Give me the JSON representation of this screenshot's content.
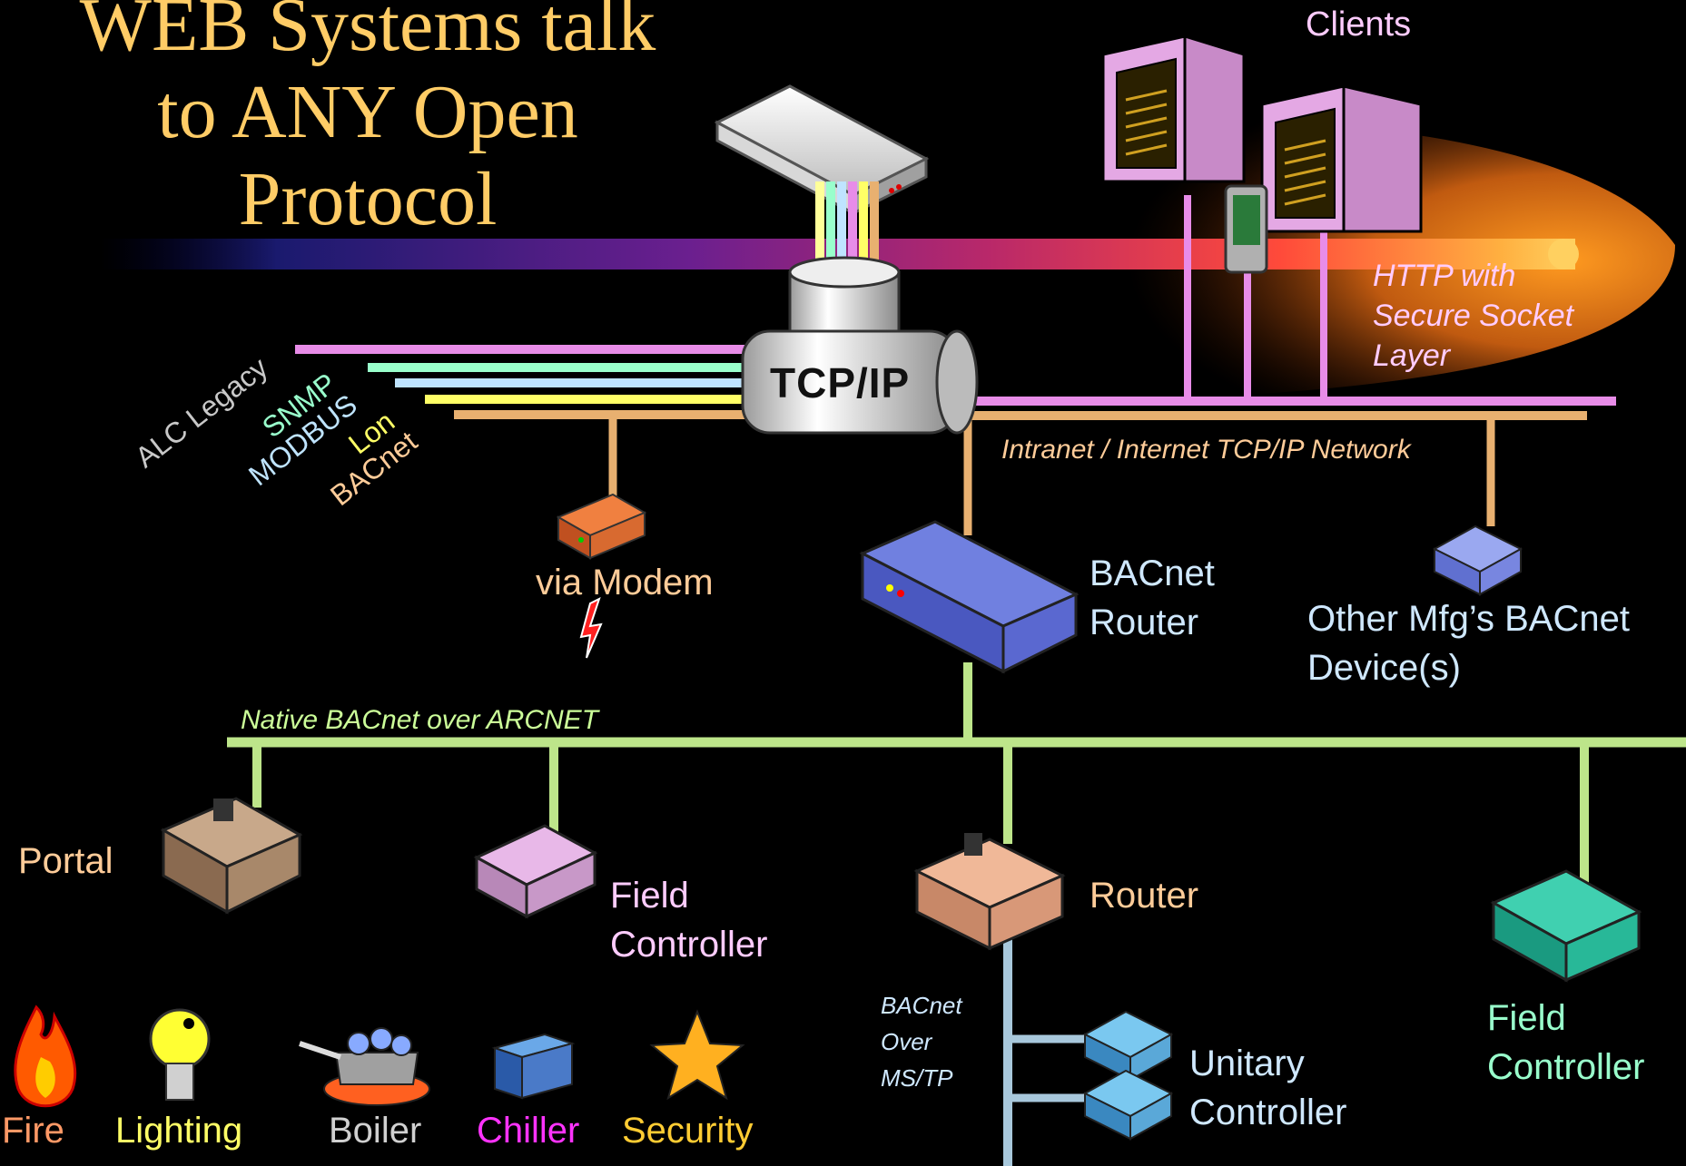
{
  "title": {
    "line1": "WEB Systems talk",
    "line2": "to ANY Open",
    "line3": "Protocol"
  },
  "labels": {
    "clients": "Clients",
    "http_ssl": [
      "HTTP with",
      "Secure Socket",
      "Layer"
    ],
    "tcpip": "TCP/IP",
    "intranet": "Intranet / Internet TCP/IP Network",
    "protocols": [
      "ALC Legacy",
      "SNMP",
      "MODBUS",
      "Lon",
      "BACnet"
    ],
    "via_modem": "via Modem",
    "bacnet_router": [
      "BACnet",
      "Router"
    ],
    "other_mfg": [
      "Other Mfg’s BACnet",
      "Device(s)"
    ],
    "native_arcnet": "Native BACnet over ARCNET",
    "portal": "Portal",
    "field_controller_1": [
      "Field",
      "Controller"
    ],
    "router": "Router",
    "field_controller_2": [
      "Field",
      "Controller"
    ],
    "mstp": [
      "BACnet",
      "Over",
      "MS/TP"
    ],
    "unitary_controller": [
      "Unitary",
      "Controller"
    ]
  },
  "systems": [
    "Fire",
    "Lighting",
    "Boiler",
    "Chiller",
    "Security"
  ],
  "colors": {
    "background": "#000000",
    "title": "#ffcc66",
    "clients_text": "#ffccff",
    "http_text": "#ffccff",
    "intranet_text": "#ffcc99",
    "alc_legacy": "#c8c8c8",
    "snmp": "#99ffcc",
    "modbus": "#bfe4ff",
    "lon": "#ffff66",
    "bacnet_text": "#ffcc99",
    "modem_text": "#ffcc99",
    "portal_text": "#ffcc99",
    "field_controller_1_text": "#ffccff",
    "router_text": "#ffcc99",
    "field_controller_2_text": "#99ffcc",
    "mstp_text": "#cfe8ff",
    "unitary_text": "#cfe8ff",
    "native_arcnet_text": "#ccff99",
    "fire": "#ff9966",
    "lighting": "#ffff66",
    "boiler": "#d0d0d0",
    "chiller": "#ff33ff",
    "security": "#ffcc33",
    "tcp_line_pink": "#e88ce8",
    "tcp_line_orange": "#e8b070",
    "arcnet_line": "#bde58a",
    "mstp_line": "#a8c8dc"
  }
}
